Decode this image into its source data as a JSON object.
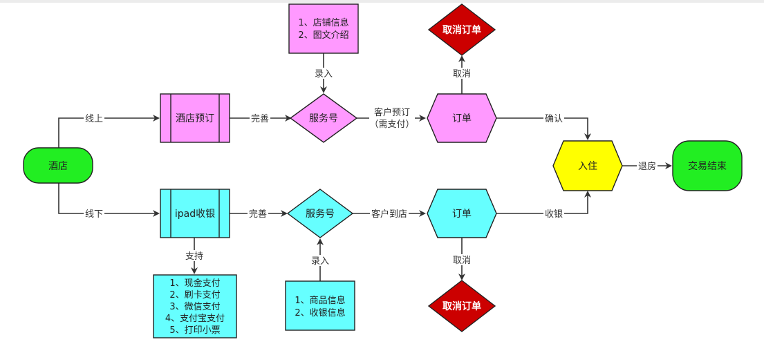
{
  "colors": {
    "green": "#22ee22",
    "pink": "#ff99ff",
    "cyan": "#66ffff",
    "yellow": "#ffff00",
    "red": "#cc0000",
    "line": "#333333"
  },
  "nodes": {
    "hotel": "酒店",
    "hotel_booking": "酒店预订",
    "ipad_cashier": "ipad收银",
    "service_top": "服务号",
    "service_bottom": "服务号",
    "order_top": "订单",
    "order_bottom": "订单",
    "checkin": "入住",
    "deal_end": "交易结束",
    "cancel_top": "取消订单",
    "cancel_bottom": "取消订单",
    "shop_info": [
      "1、店铺信息",
      "2、图文介绍"
    ],
    "goods_info": [
      "1、商品信息",
      "2、收银信息"
    ],
    "payment": [
      "1、现金支付",
      "2、刷卡支付",
      "3、微信支付",
      "4、支付宝支付",
      "5、打印小票"
    ]
  },
  "edges": {
    "online": "线上",
    "offline": "线下",
    "perfect_top": "完善",
    "perfect_bottom": "完善",
    "entry_top": "录入",
    "entry_bottom": "录入",
    "customer_book": [
      "客户预订",
      "（需支付）"
    ],
    "customer_arrive": "客户到店",
    "cancel_top": "取消",
    "cancel_bottom": "取消",
    "confirm": "确认",
    "cashier": "收银",
    "checkout": "退房",
    "support": "支持"
  }
}
